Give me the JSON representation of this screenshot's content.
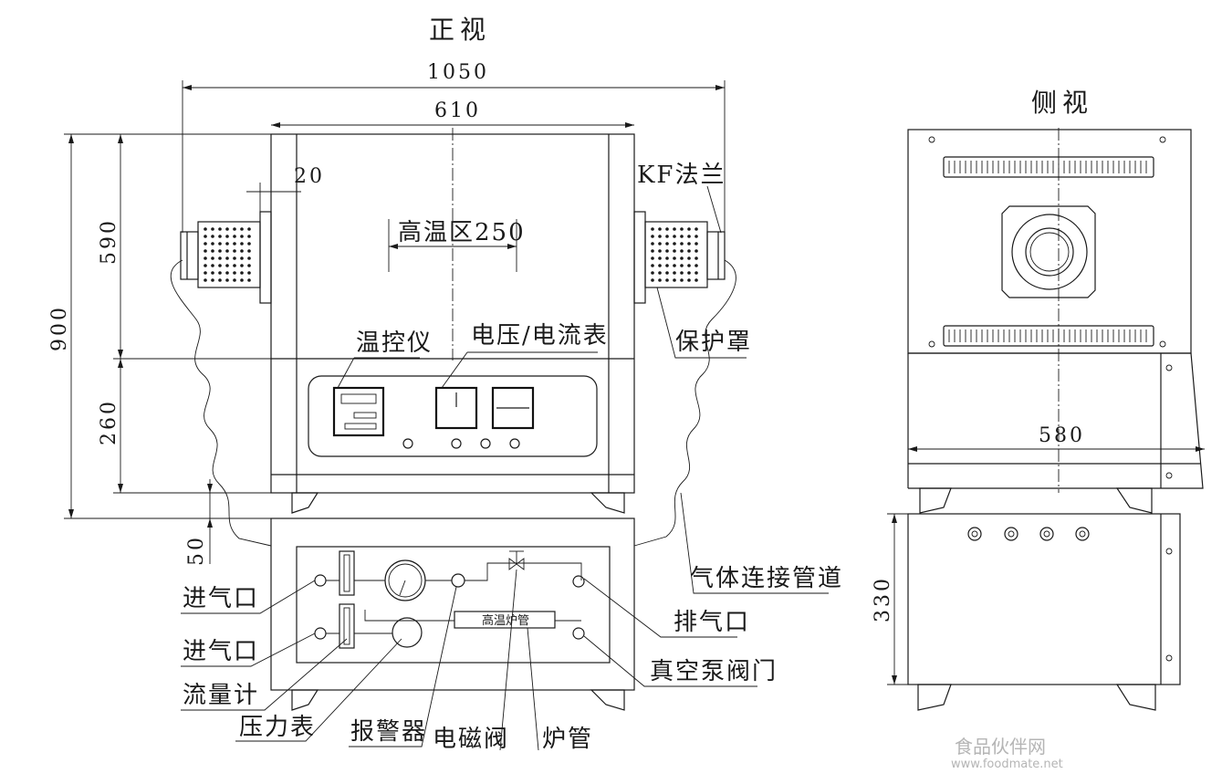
{
  "views": {
    "front_title": "正视",
    "side_title": "侧视"
  },
  "dimensions": {
    "overall_width": "1050",
    "body_width": "610",
    "flange_gap": "20",
    "hot_zone": "高温区250",
    "total_height": "900",
    "upper_height": "590",
    "lower_height": "260",
    "foot_height": "50",
    "side_width": "580",
    "cabinet_height": "330"
  },
  "labels": {
    "kf_flange": "KF法兰",
    "temp_controller": "温控仪",
    "volt_amp_meter": "电压/电流表",
    "protective_cover": "保护罩",
    "gas_pipe": "气体连接管道",
    "inlet_1": "进气口",
    "inlet_2": "进气口",
    "flow_meter": "流量计",
    "pressure_gauge": "压力表",
    "alarm": "报警器",
    "solenoid_valve": "电磁阀",
    "furnace_tube": "炉管",
    "exhaust": "排气口",
    "vacuum_valve": "真空泵阀门",
    "tube_inner": "高温炉管"
  },
  "watermark": {
    "cn": "食品伙伴网",
    "url": "www.foodmate.net"
  }
}
